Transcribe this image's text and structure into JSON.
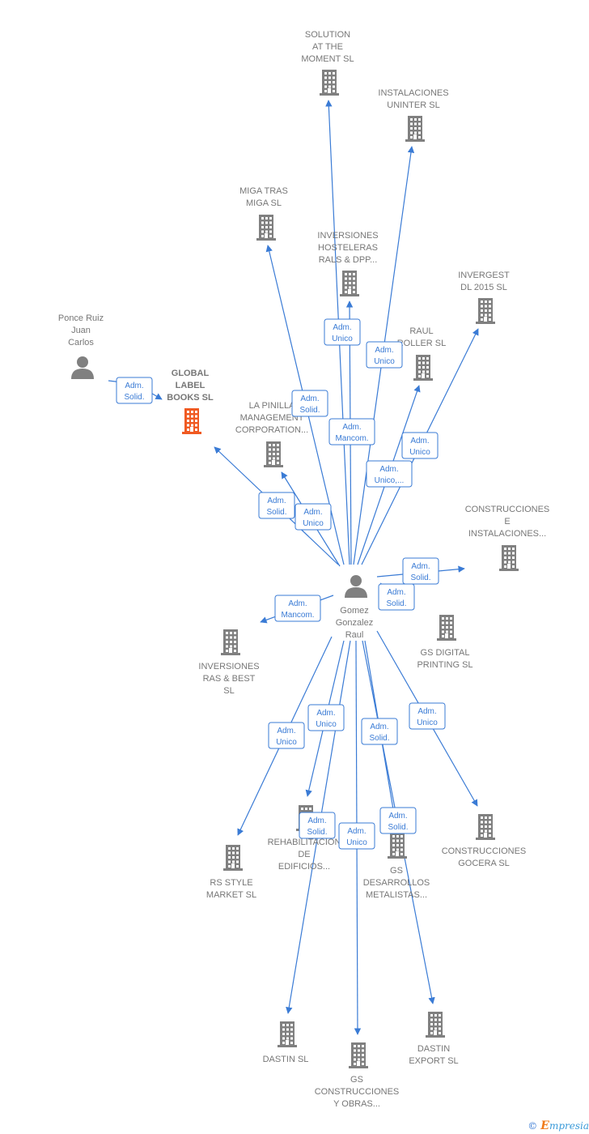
{
  "colors": {
    "edge": "#3a7bd5",
    "node": "#808080",
    "highlight": "#f05a22",
    "label": "#777777"
  },
  "footer": {
    "copyright": "©",
    "brand_initial": "E",
    "brand_rest": "mpresia"
  },
  "nodes": [
    {
      "id": "gomez",
      "type": "person",
      "lines": [
        "Gomez",
        "Gonzalez",
        "Raul"
      ]
    },
    {
      "id": "ponce",
      "type": "person",
      "lines": [
        "Ponce Ruiz",
        "Juan",
        "Carlos"
      ]
    },
    {
      "id": "global",
      "type": "company",
      "highlight": true,
      "lines": [
        "GLOBAL",
        "LABEL",
        "BOOKS  SL"
      ]
    },
    {
      "id": "solution",
      "type": "company",
      "lines": [
        "SOLUTION",
        "AT THE",
        "MOMENT SL"
      ]
    },
    {
      "id": "uninter",
      "type": "company",
      "lines": [
        "INSTALACIONES",
        "UNINTER  SL"
      ]
    },
    {
      "id": "miga",
      "type": "company",
      "lines": [
        "MIGA TRAS",
        "MIGA  SL"
      ]
    },
    {
      "id": "hosteleras",
      "type": "company",
      "lines": [
        "INVERSIONES",
        "HOSTELERAS",
        "RALS & DPP..."
      ]
    },
    {
      "id": "invergest",
      "type": "company",
      "lines": [
        "INVERGEST",
        "DL 2015  SL"
      ]
    },
    {
      "id": "roller",
      "type": "company",
      "lines": [
        "RAUL",
        "ROLLER  SL"
      ]
    },
    {
      "id": "pinilla",
      "type": "company",
      "lines": [
        "LA PINILLA",
        "MANAGEMENT",
        "CORPORATION..."
      ]
    },
    {
      "id": "cei",
      "type": "company",
      "lines": [
        "CONSTRUCCIONES",
        "E",
        "INSTALACIONES..."
      ]
    },
    {
      "id": "ras",
      "type": "company",
      "lines": [
        "INVERSIONES",
        "RAS & BEST",
        "SL"
      ]
    },
    {
      "id": "gsdigital",
      "type": "company",
      "lines": [
        "GS DIGITAL",
        "PRINTING  SL"
      ]
    },
    {
      "id": "rsstyle",
      "type": "company",
      "lines": [
        "RS STYLE",
        "MARKET  SL"
      ]
    },
    {
      "id": "rehab",
      "type": "company",
      "lines": [
        "REHABILITACION",
        "DE",
        "EDIFICIOS..."
      ]
    },
    {
      "id": "gsdes",
      "type": "company",
      "lines": [
        "GS",
        "DESARROLLOS",
        "METALISTAS..."
      ]
    },
    {
      "id": "gocera",
      "type": "company",
      "lines": [
        "CONSTRUCCIONES",
        "GOCERA SL"
      ]
    },
    {
      "id": "dastin",
      "type": "company",
      "lines": [
        "DASTIN  SL"
      ]
    },
    {
      "id": "gsco",
      "type": "company",
      "lines": [
        "GS",
        "CONSTRUCCIONES",
        "Y OBRAS..."
      ]
    },
    {
      "id": "export",
      "type": "company",
      "lines": [
        "DASTIN",
        "EXPORT SL"
      ]
    }
  ],
  "edges": [
    {
      "from": "ponce",
      "to": "global",
      "label": [
        "Adm.",
        "Solid."
      ]
    },
    {
      "from": "gomez",
      "to": "solution",
      "label": [
        "Adm.",
        "Unico"
      ]
    },
    {
      "from": "gomez",
      "to": "uninter",
      "label": [
        "Adm.",
        "Unico"
      ]
    },
    {
      "from": "gomez",
      "to": "miga",
      "label": [
        "Adm.",
        "Solid."
      ]
    },
    {
      "from": "gomez",
      "to": "hosteleras",
      "label": [
        "Adm.",
        "Mancom."
      ]
    },
    {
      "from": "gomez",
      "to": "invergest",
      "label": [
        "Adm.",
        "Unico"
      ]
    },
    {
      "from": "gomez",
      "to": "roller",
      "label": [
        "Adm.",
        "Unico,..."
      ]
    },
    {
      "from": "gomez",
      "to": "global",
      "label": [
        "Adm.",
        "Solid."
      ]
    },
    {
      "from": "gomez",
      "to": "pinilla",
      "label": [
        "Adm.",
        "Unico"
      ]
    },
    {
      "from": "gomez",
      "to": "cei",
      "label": [
        "Adm.",
        "Solid."
      ]
    },
    {
      "from": "gomez",
      "to": "gsdigital",
      "label": [
        "Adm.",
        "Solid."
      ]
    },
    {
      "from": "gomez",
      "to": "ras",
      "label": [
        "Adm.",
        "Mancom."
      ]
    },
    {
      "from": "gomez",
      "to": "rsstyle",
      "label": [
        "Adm.",
        "Unico"
      ]
    },
    {
      "from": "gomez",
      "to": "rehab",
      "label": [
        "Adm.",
        "Unico"
      ]
    },
    {
      "from": "gomez",
      "to": "gsdes",
      "label": [
        "Adm.",
        "Solid."
      ]
    },
    {
      "from": "gomez",
      "to": "gocera",
      "label": [
        "Adm.",
        "Unico"
      ]
    },
    {
      "from": "gomez",
      "to": "dastin",
      "label": [
        "Adm.",
        "Solid."
      ]
    },
    {
      "from": "gomez",
      "to": "gsco",
      "label": [
        "Adm.",
        "Unico"
      ]
    },
    {
      "from": "gomez",
      "to": "export",
      "label": [
        "Adm.",
        "Solid."
      ]
    }
  ]
}
